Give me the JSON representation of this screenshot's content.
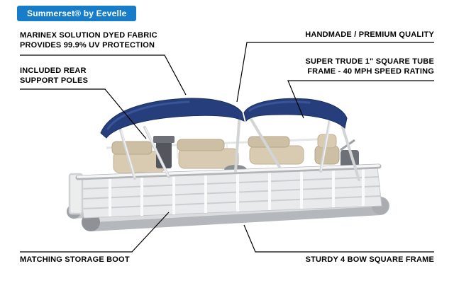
{
  "badge": {
    "label": "Summerset® by Eevelle"
  },
  "callouts": {
    "fabric": {
      "line1": "MARINEX SOLUTION DYED FABRIC",
      "line2": "PROVIDES 99.9% UV PROTECTION"
    },
    "rear_poles": {
      "line1": "INCLUDED REAR",
      "line2": "SUPPORT POLES"
    },
    "handmade": {
      "line1": "HANDMADE / PREMIUM QUALITY"
    },
    "frame_tube": {
      "line1": "SUPER TRUDE 1\" SQUARE TUBE",
      "line2": "FRAME - 40 MPH SPEED RATING"
    },
    "storage_boot": {
      "line1": "MATCHING STORAGE BOOT"
    },
    "bow_frame": {
      "line1": "STURDY 4 BOW SQUARE FRAME"
    }
  },
  "colors": {
    "badge_bg": "#177dc8",
    "canopy": "#263f7c",
    "callout_text": "#000000"
  }
}
